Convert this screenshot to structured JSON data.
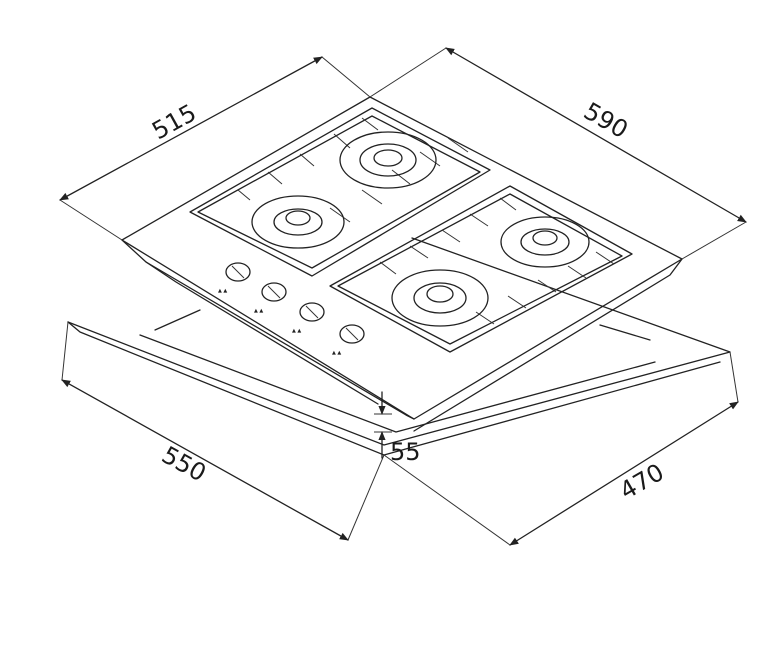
{
  "diagram": {
    "dimensions": {
      "depth_top": "515",
      "width_top": "590",
      "cutout_width": "550",
      "cutout_depth": "470",
      "height": "55"
    },
    "burner_count": 4,
    "knob_count": 4
  }
}
